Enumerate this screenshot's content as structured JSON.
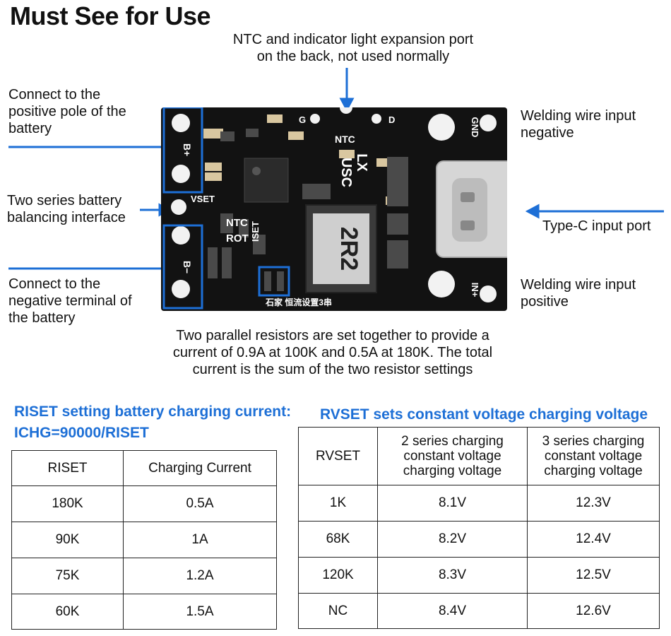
{
  "title": "Must See for Use",
  "annotations": {
    "ntc_port": "NTC and indicator light expansion port\non the back, not used normally",
    "battery_pos": "Connect to the\npositive pole of the\nbattery",
    "balancing": "Two series battery\nbalancing interface",
    "battery_neg": "Connect to the\nnegative terminal of\nthe battery",
    "weld_neg": "Welding wire input\nnegative",
    "typec": "Type-C input port",
    "weld_pos": "Welding wire input\npositive",
    "resistors": "Two parallel resistors are set together to provide a\ncurrent of 0.9A at 100K and 0.5A at 180K. The total\ncurrent is the sum of the two resistor settings"
  },
  "pcb": {
    "pad_labels": [
      "B+",
      "B−",
      "VSET",
      "NTC",
      "ROT",
      "ISET",
      "NTC",
      "LX",
      "USC",
      "G",
      "D",
      "GND",
      "IN+"
    ],
    "inductor_marking": "2R2",
    "silkscreen_bottom": "石家  恒流设置3串",
    "colors": {
      "board": "#121212",
      "pad": "#f2f2f2",
      "highlight": "#1d6fd6",
      "component": "#3a3a3a"
    }
  },
  "riset_table": {
    "title_line1": "RISET setting battery charging current:",
    "title_line2": "ICHG=90000/RISET",
    "headers": [
      "RISET",
      "Charging Current"
    ],
    "rows": [
      [
        "180K",
        "0.5A"
      ],
      [
        "90K",
        "1A"
      ],
      [
        "75K",
        "1.2A"
      ],
      [
        "60K",
        "1.5A"
      ]
    ]
  },
  "rvset_table": {
    "title": "RVSET sets constant voltage charging voltage",
    "headers": [
      "RVSET",
      "2 series charging\nconstant voltage\ncharging voltage",
      "3 series charging\nconstant voltage\ncharging voltage"
    ],
    "rows": [
      [
        "1K",
        "8.1V",
        "12.3V"
      ],
      [
        "68K",
        "8.2V",
        "12.4V"
      ],
      [
        "120K",
        "8.3V",
        "12.5V"
      ],
      [
        "NC",
        "8.4V",
        "12.6V"
      ]
    ]
  },
  "colors": {
    "accent": "#1d6fd6",
    "text": "#111111",
    "border": "#222222"
  }
}
